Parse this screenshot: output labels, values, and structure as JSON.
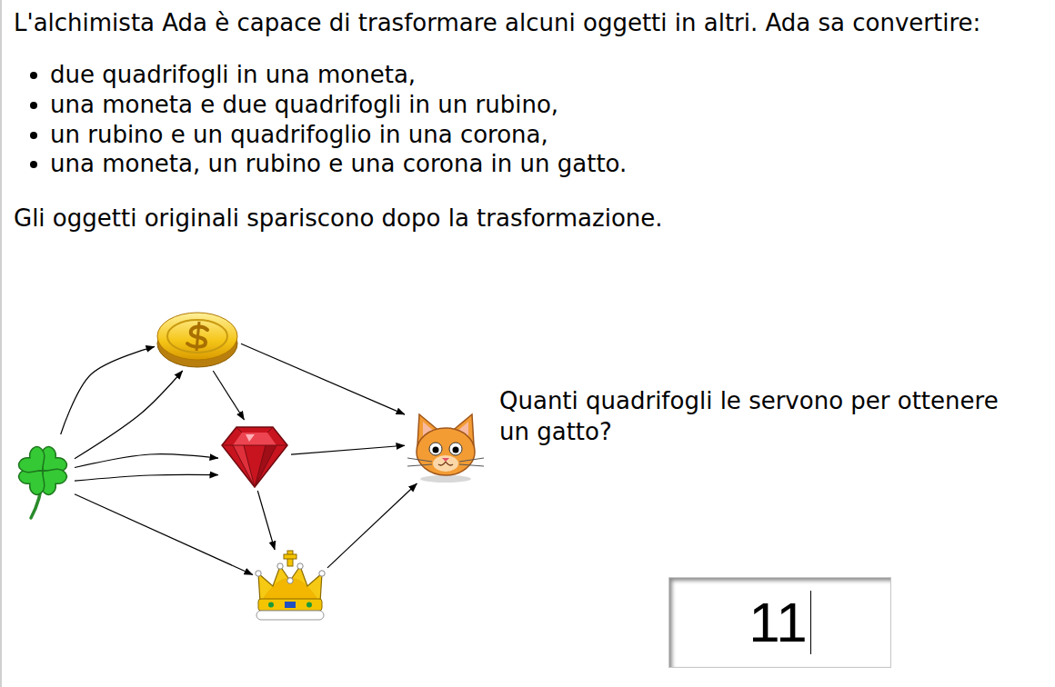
{
  "diagram": {
    "nodes": [
      {
        "text": []
      },
      {
        "text": []
      },
      {
        "text": []
      },
      {
        "text": []
      },
      {
        "text": []
      },
      {
        "text": [
          "11"
        ]
      }
    ],
    "edges": [
      {
        "from": 0,
        "to": 1,
        "arrow": "to"
      },
      {
        "from": 0,
        "to": 1,
        "arrow": "to"
      },
      {
        "from": 0,
        "to": 2,
        "arrow": "to"
      },
      {
        "from": 0,
        "to": 2,
        "arrow": "to"
      },
      {
        "from": 0,
        "to": 3,
        "arrow": "to"
      },
      {
        "from": 1,
        "to": 2,
        "arrow": "to"
      },
      {
        "from": 1,
        "to": 4,
        "arrow": "to"
      },
      {
        "from": 2,
        "to": 4,
        "arrow": "to"
      },
      {
        "from": 2,
        "to": 3,
        "arrow": "to"
      },
      {
        "from": 3,
        "to": 4,
        "arrow": "to"
      }
    ],
    "labels": [
      "L'alchimista Ada è capace di trasformare alcuni oggetti in altri. Ada sa convertire:",
      "due quadrifogli in una moneta,",
      "una moneta e due quadrifogli in un rubino,",
      "un rubino e un quadrifoglio in una corona,",
      "una moneta, un rubino e una corona in un gatto.",
      "Gli oggetti originali spariscono dopo la trasformazione.",
      "Quanti quadrifogli le servono per ottenere un gatto?"
    ]
  }
}
